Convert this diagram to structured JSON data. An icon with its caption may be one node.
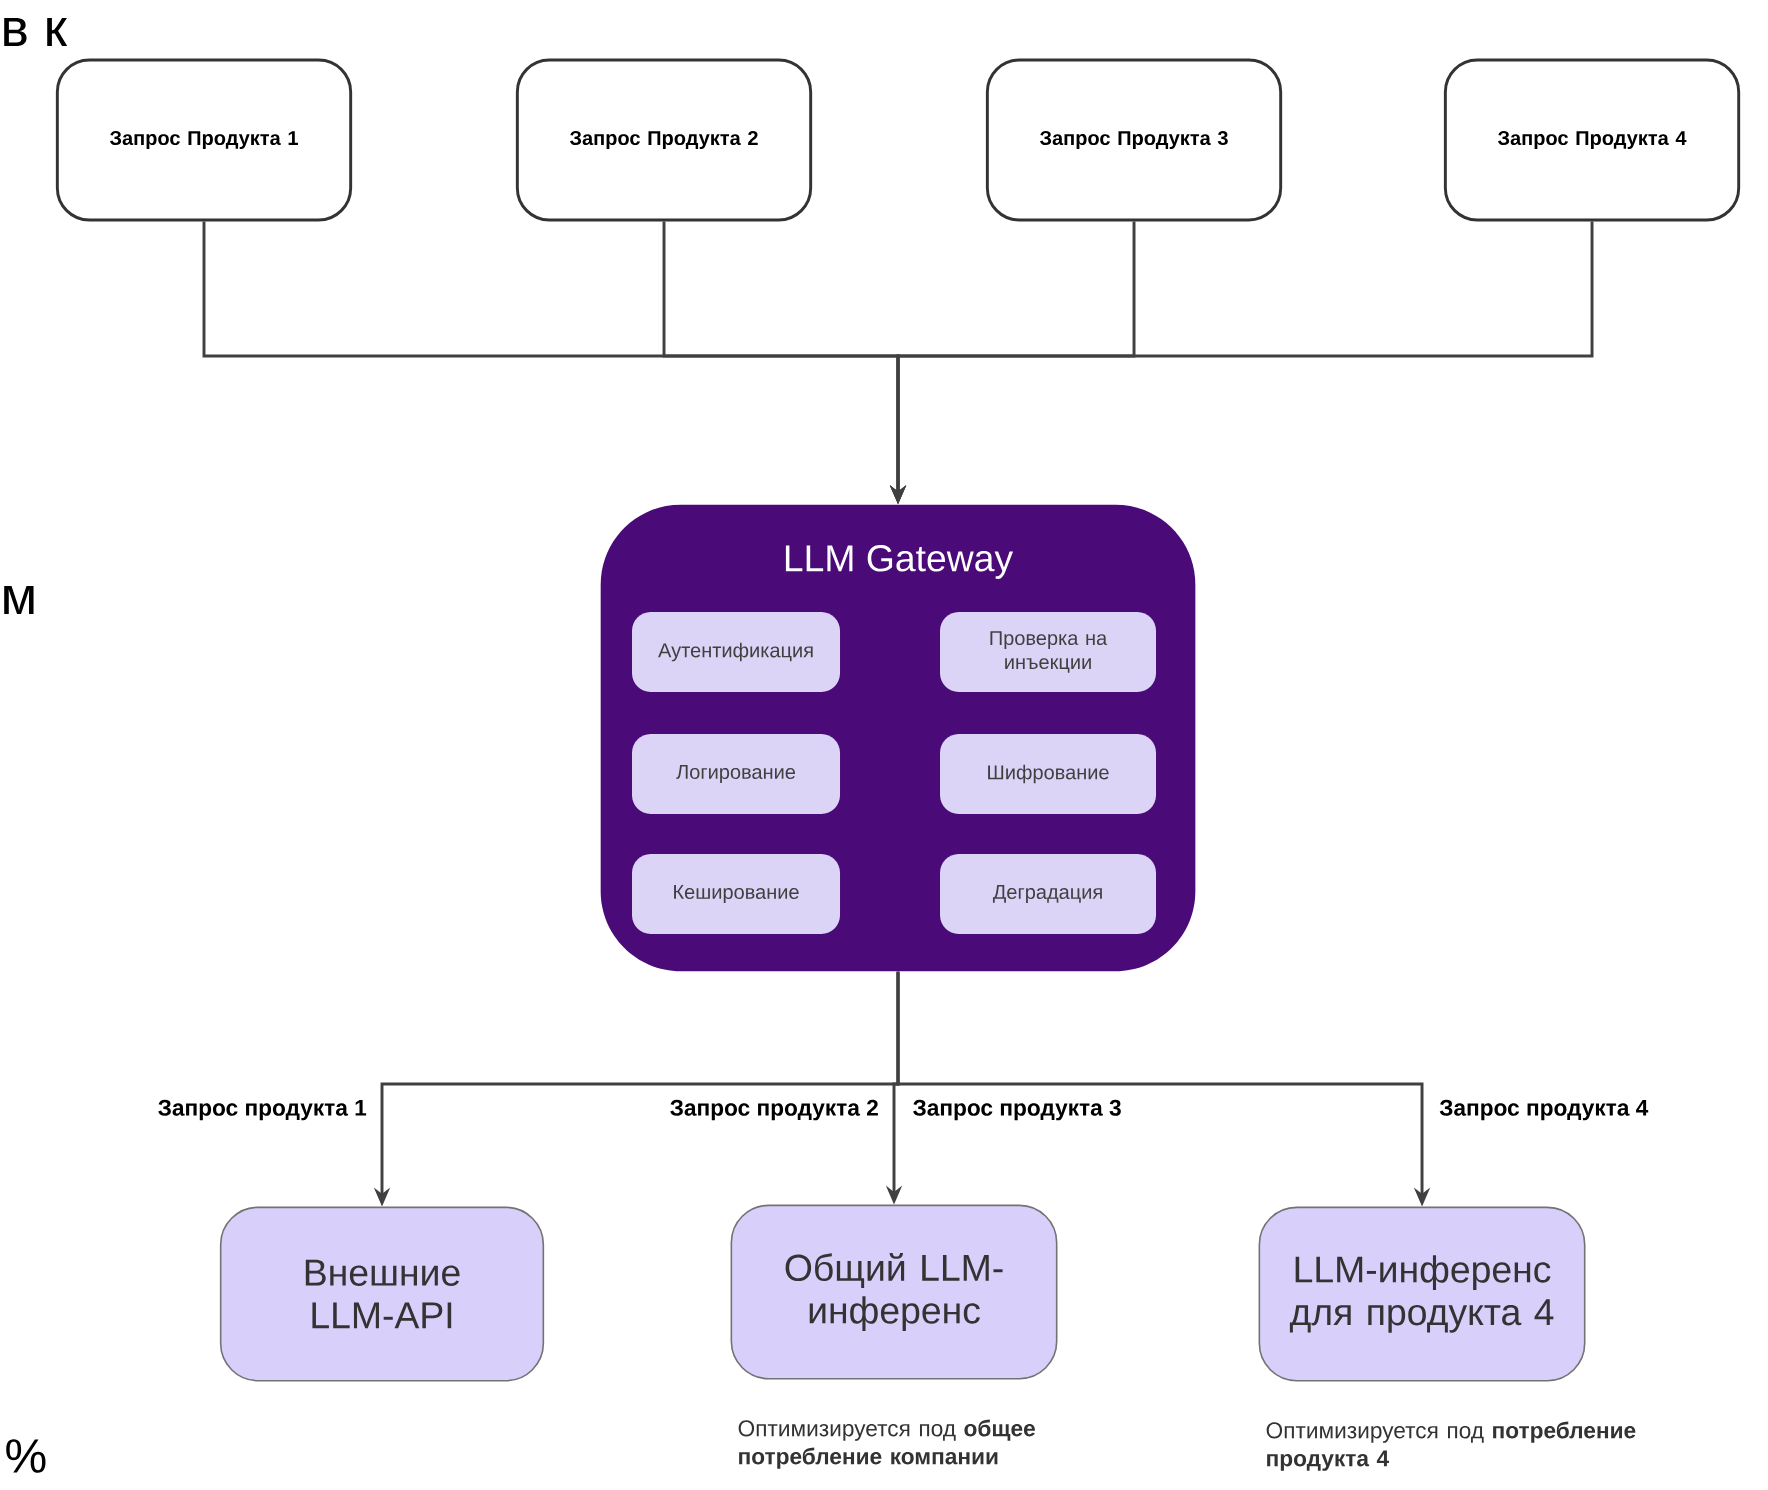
{
  "diagram": {
    "nodes": [
      {
        "text": [
          "Запрос Продукта 1"
        ]
      },
      {
        "text": [
          "Запрос Продукта 2"
        ]
      },
      {
        "text": [
          "Запрос Продукта 3"
        ]
      },
      {
        "text": [
          "Запрос Продукта 4"
        ]
      },
      {
        "text": [
          "LLM Gateway"
        ]
      },
      {
        "text": [
          "Аутентификация"
        ],
        "in": 4
      },
      {
        "text": [
          "Проверка на инъекции"
        ],
        "in": 4
      },
      {
        "text": [
          "Логирование"
        ],
        "in": 4
      },
      {
        "text": [
          "Шифрование"
        ],
        "in": 4
      },
      {
        "text": [
          "Кеширование"
        ],
        "in": 4
      },
      {
        "text": [
          "Деградация"
        ],
        "in": 4
      },
      {
        "text": [
          "Внешние LLM-API"
        ]
      },
      {
        "text": [
          "Общий LLM-инференс"
        ],
        "beside": [
          "Оптимизируется под **общее потребление компании**"
        ]
      },
      {
        "text": [
          "LLM-инференс для продукта 4"
        ],
        "beside": [
          "Оптимизируется под **потребление продукта 4**"
        ]
      }
    ],
    "edges": [
      {
        "from": 0,
        "to": 4,
        "arrow": "to"
      },
      {
        "from": 1,
        "to": 4,
        "arrow": "to"
      },
      {
        "from": 2,
        "to": 4,
        "arrow": "to"
      },
      {
        "from": 3,
        "to": 4,
        "arrow": "to"
      },
      {
        "from": 4,
        "to": 11,
        "arrow": "to",
        "label": "Запрос продукта 1"
      },
      {
        "from": 4,
        "to": 12,
        "arrow": "to",
        "label": "Запрос продукта 2"
      },
      {
        "from": 4,
        "to": 13,
        "arrow": "to",
        "label": "Запрос продукта 4"
      }
    ],
    "labels": [
      "в к",
      "м",
      "Запрос продукта 3",
      "%"
    ]
  }
}
